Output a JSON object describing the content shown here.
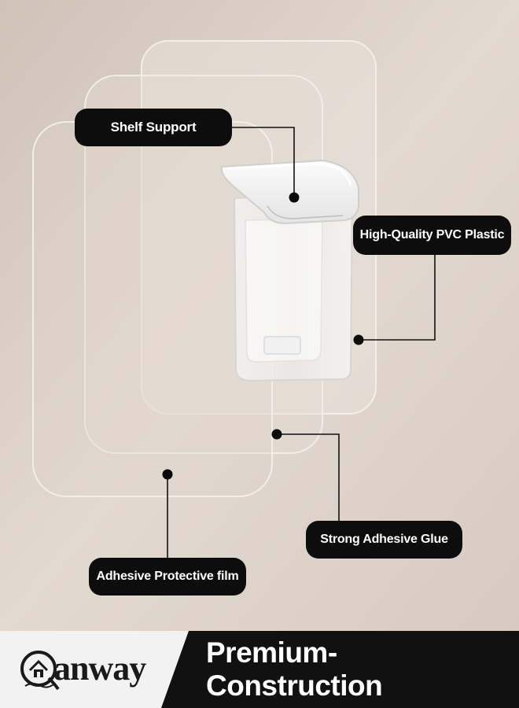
{
  "callouts": {
    "shelf_support": "Shelf Support",
    "pvc_plastic": "High-Quality PVC Plastic",
    "adhesive_glue": "Strong Adhesive Glue",
    "protective_film": "Adhesive Protective film"
  },
  "footer": {
    "brand_name": "anway",
    "title": "Premium-Construction"
  },
  "colors": {
    "background": "#d9cec4",
    "label_bg": "#0d0d0d",
    "label_text": "#ffffff",
    "footer_dark": "#111111",
    "footer_light": "#f2f2f2"
  }
}
